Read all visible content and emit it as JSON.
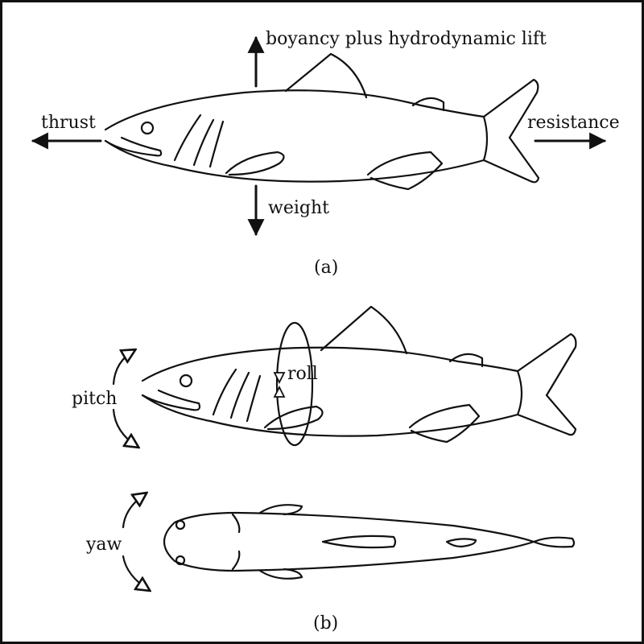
{
  "panel_a": {
    "forces": {
      "lift": "boyancy plus hydrodynamic lift",
      "thrust": "thrust",
      "resistance": "resistance",
      "weight": "weight"
    },
    "caption": "(a)"
  },
  "panel_b": {
    "motions": {
      "pitch": "pitch",
      "roll": "roll",
      "yaw": "yaw"
    },
    "caption": "(b)"
  }
}
